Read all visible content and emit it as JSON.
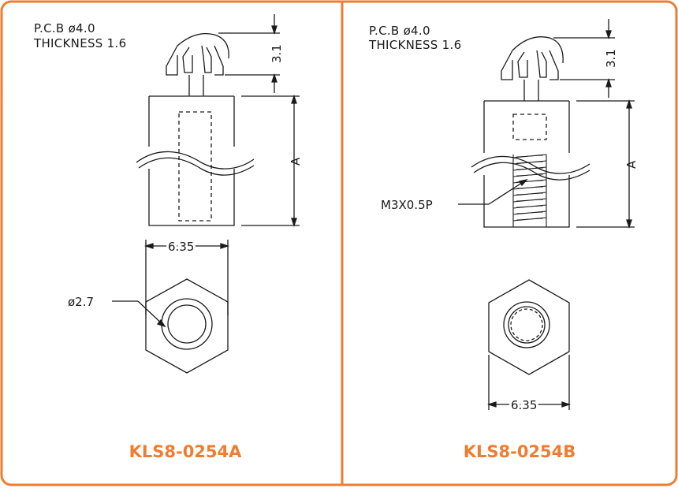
{
  "colors": {
    "frame": "#ee7d31",
    "line": "#1a1a1a",
    "model_label": "#ee7d31"
  },
  "left": {
    "pcb_note": "P.C.B ø4.0",
    "thickness_note": "THICKNESS  1.6",
    "dim_height": "3.1",
    "dim_length": "A",
    "dim_across_flats": "6.35",
    "dim_hole": "ø2.7",
    "model": "KLS8-0254A"
  },
  "right": {
    "pcb_note": "P.C.B ø4.0",
    "thickness_note": "THICKNESS  1.6",
    "dim_height": "3.1",
    "dim_length": "A",
    "thread": "M3X0.5P",
    "dim_across_flats": "6.35",
    "model": "KLS8-0254B"
  }
}
